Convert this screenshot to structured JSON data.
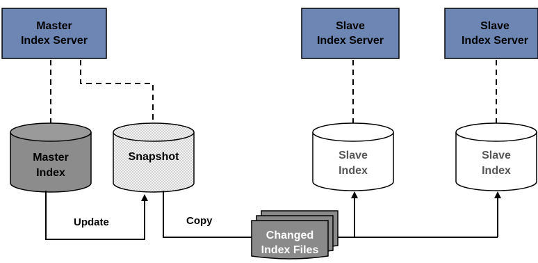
{
  "servers": {
    "master": {
      "line1": "Master",
      "line2": "Index Server"
    },
    "slave1": {
      "line1": "Slave",
      "line2": "Index Server"
    },
    "slave2": {
      "line1": "Slave",
      "line2": "Index Server"
    }
  },
  "stores": {
    "master_index": {
      "line1": "Master",
      "line2": "Index"
    },
    "snapshot": {
      "line1": "Snapshot"
    },
    "slave_index_1": {
      "line1": "Slave",
      "line2": "Index"
    },
    "slave_index_2": {
      "line1": "Slave",
      "line2": "Index"
    }
  },
  "files": {
    "line1": "Changed",
    "line2": "Index Files"
  },
  "edges": {
    "update": "Update",
    "copy": "Copy"
  },
  "colors": {
    "server_fill": "#6d86b4",
    "master_index_fill": "#8c8c8c",
    "snapshot_fill": "#f2f2f2",
    "slave_index_fill": "#ffffff",
    "files_fill": "#8a8a8a"
  }
}
